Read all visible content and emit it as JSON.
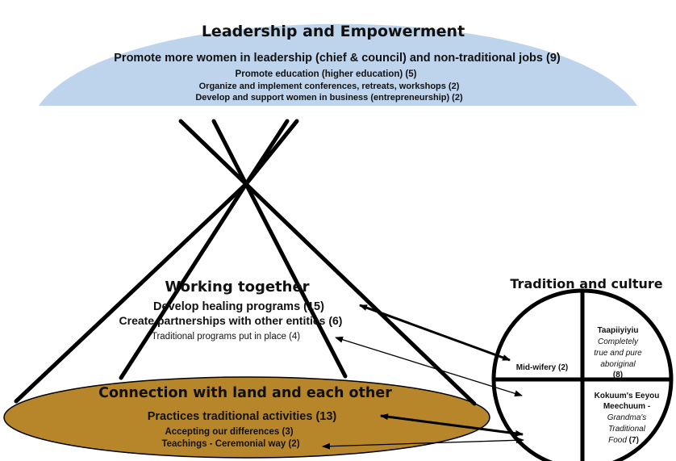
{
  "colors": {
    "dome": "#bdd4ec",
    "land": "#b8862a",
    "stroke": "#000000"
  },
  "leadership": {
    "title": "Leadership and Empowerment",
    "items": [
      "Promote more women in leadership (chief & council) and non-traditional jobs (9)",
      "Promote education (higher education) (5)",
      "Organize and implement conferences, retreats, workshops (2)",
      "Develop and support women in business (entrepreneurship) (2)"
    ]
  },
  "working": {
    "title": "Working together",
    "items": [
      "Develop healing programs (15)",
      "Create partnerships with other entities (6)",
      "Traditional programs put in place (4)"
    ]
  },
  "land": {
    "title": "Connection with land and each other",
    "items": [
      "Practices  traditional activities (13)",
      "Accepting our differences (3)",
      "Teachings - Ceremonial way (2)"
    ]
  },
  "tradition": {
    "title": "Tradition and culture",
    "quadrants": {
      "top_left": {
        "label": "Mid-wifery (2)"
      },
      "top_right": {
        "name": "Taapiiyiyiu",
        "desc1": "Completely",
        "desc2": "true and pure",
        "desc3": "aboriginal",
        "count": "(8)"
      },
      "bottom_right": {
        "name1": "Kokuum's Eeyou",
        "name2": "Meechuum -",
        "desc1": "Grandma's",
        "desc2": "Traditional",
        "desc3": "Food",
        "count": "(7)"
      }
    }
  }
}
